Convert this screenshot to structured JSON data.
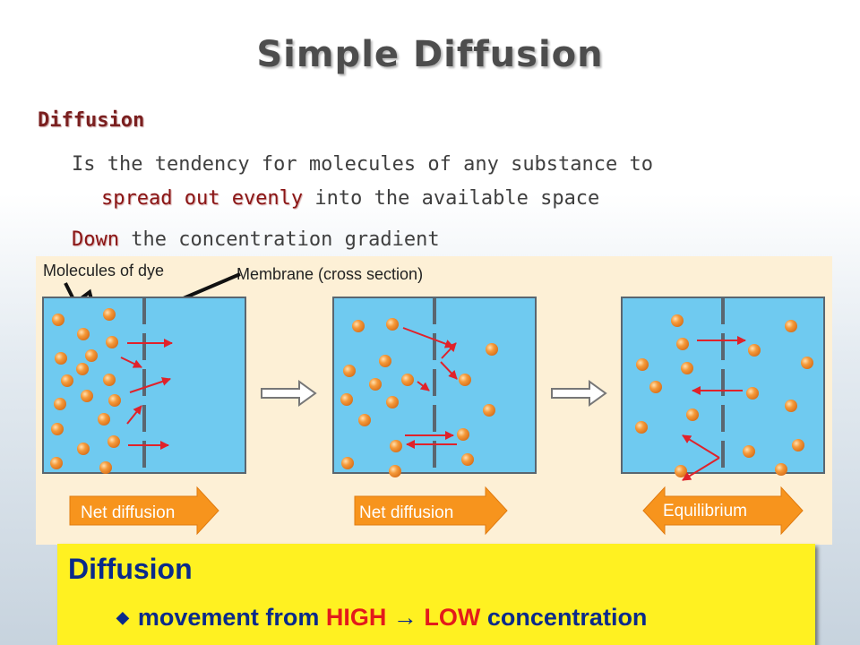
{
  "title": "Simple Diffusion",
  "definition": {
    "heading": "Diffusion",
    "line1": "Is the tendency for molecules of any substance to",
    "line2_highlight": "spread out evenly",
    "line2_rest": " into the available space",
    "line3_highlight": "Down",
    "line3_rest": " the concentration gradient"
  },
  "figure": {
    "label_molecules": "Molecules of dye",
    "label_membrane": "Membrane (cross section)",
    "panel_labels": [
      "Net diffusion",
      "Net diffusion",
      "Equilibrium"
    ],
    "colors": {
      "water": "#6fcaf0",
      "molecule": "#f59a3a",
      "arrow_red": "#e0222a",
      "banner": "#f7941d",
      "membrane": "#5a6670",
      "background": "#fdf0d6"
    }
  },
  "summary": {
    "title": "Diffusion",
    "bullet_icon": "diamond-bullet-icon",
    "prefix": "movement from ",
    "high": "HIGH",
    "arrow": "→",
    "low": "LOW",
    "suffix": " concentration"
  }
}
